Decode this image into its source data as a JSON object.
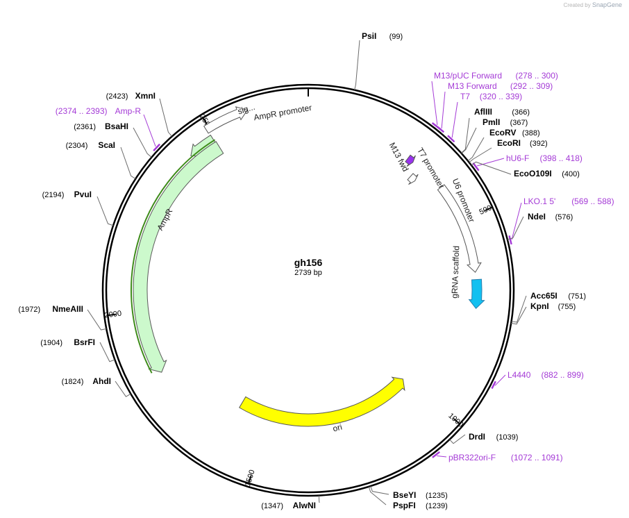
{
  "credit": {
    "prefix": "Created by",
    "brand": "SnapGene"
  },
  "plasmid": {
    "name": "gh156",
    "length_label": "2739 bp",
    "length": 2739
  },
  "ticks": [
    {
      "pos": 500,
      "label": "500"
    },
    {
      "pos": 1000,
      "label": "1000"
    },
    {
      "pos": 1500,
      "label": "1500"
    },
    {
      "pos": 2000,
      "label": "2000"
    },
    {
      "pos": 2500,
      "label": "2500"
    }
  ],
  "sites": [
    {
      "id": "psi-i",
      "name": "PsiI",
      "pos_label": "(99)",
      "pos": 99,
      "side": "right"
    },
    {
      "id": "afliii",
      "name": "AflIII",
      "pos_label": "(366)",
      "pos": 366,
      "side": "right"
    },
    {
      "id": "pmli",
      "name": "PmlI",
      "pos_label": "(367)",
      "pos": 367,
      "side": "right"
    },
    {
      "id": "ecorv",
      "name": "EcoRV",
      "pos_label": "(388)",
      "pos": 388,
      "side": "right"
    },
    {
      "id": "ecori",
      "name": "EcoRI",
      "pos_label": "(392)",
      "pos": 392,
      "side": "right"
    },
    {
      "id": "ecoo109i",
      "name": "EcoO109I",
      "pos_label": "(400)",
      "pos": 400,
      "side": "right"
    },
    {
      "id": "ndei",
      "name": "NdeI",
      "pos_label": "(576)",
      "pos": 576,
      "side": "right"
    },
    {
      "id": "acc65i",
      "name": "Acc65I",
      "pos_label": "(751)",
      "pos": 751,
      "side": "right"
    },
    {
      "id": "kpni",
      "name": "KpnI",
      "pos_label": "(755)",
      "pos": 755,
      "side": "right"
    },
    {
      "id": "drdi",
      "name": "DrdI",
      "pos_label": "(1039)",
      "pos": 1039,
      "side": "right"
    },
    {
      "id": "bseyi",
      "name": "BseYI",
      "pos_label": "(1235)",
      "pos": 1235,
      "side": "right"
    },
    {
      "id": "pspfi",
      "name": "PspFI",
      "pos_label": "(1239)",
      "pos": 1239,
      "side": "right"
    },
    {
      "id": "alwni",
      "name": "AlwNI",
      "pos_label": "(1347)",
      "pos": 1347,
      "side": "left"
    },
    {
      "id": "ahdi",
      "name": "AhdI",
      "pos_label": "(1824)",
      "pos": 1824,
      "side": "left"
    },
    {
      "id": "bsrfi",
      "name": "BsrFI",
      "pos_label": "(1904)",
      "pos": 1904,
      "side": "left"
    },
    {
      "id": "nmeaiii",
      "name": "NmeAIII",
      "pos_label": "(1972)",
      "pos": 1972,
      "side": "left"
    },
    {
      "id": "pvui",
      "name": "PvuI",
      "pos_label": "(2194)",
      "pos": 2194,
      "side": "left"
    },
    {
      "id": "scai",
      "name": "ScaI",
      "pos_label": "(2304)",
      "pos": 2304,
      "side": "left"
    },
    {
      "id": "bsahi",
      "name": "BsaHI",
      "pos_label": "(2361)",
      "pos": 2361,
      "side": "left"
    },
    {
      "id": "xmni",
      "name": "XmnI",
      "pos_label": "(2423)",
      "pos": 2423,
      "side": "left"
    }
  ],
  "primers": [
    {
      "id": "m13-puc-forward",
      "name": "M13/pUC Forward",
      "range_label": "(278 .. 300)",
      "start": 278,
      "end": 300,
      "side": "right"
    },
    {
      "id": "m13-forward",
      "name": "M13 Forward",
      "range_label": "(292 .. 309)",
      "start": 292,
      "end": 309,
      "side": "right"
    },
    {
      "id": "t7",
      "name": "T7",
      "range_label": "(320 .. 339)",
      "start": 320,
      "end": 339,
      "side": "right"
    },
    {
      "id": "hu6-f",
      "name": "hU6-F",
      "range_label": "(398 .. 418)",
      "start": 398,
      "end": 418,
      "side": "right"
    },
    {
      "id": "lko1-5",
      "name": "LKO.1 5'",
      "range_label": "(569 .. 588)",
      "start": 569,
      "end": 588,
      "side": "right"
    },
    {
      "id": "l4440",
      "name": "L4440",
      "range_label": "(882 .. 899)",
      "start": 882,
      "end": 899,
      "side": "right"
    },
    {
      "id": "pbr322ori-f",
      "name": "pBR322ori-F",
      "range_label": "(1072 .. 1091)",
      "start": 1072,
      "end": 1091,
      "side": "right"
    },
    {
      "id": "amp-r",
      "name": "Amp-R",
      "range_label": "(2374 .. 2393)",
      "start": 2374,
      "end": 2393,
      "side": "left"
    }
  ],
  "features": [
    {
      "id": "amppromoter",
      "name": "AmpR promoter",
      "start": 2492,
      "end": 2597,
      "strand": 1,
      "color": "#ffffff"
    },
    {
      "id": "sig",
      "name": "sig...",
      "start": 2426,
      "end": 2494,
      "strand": -1,
      "color": "#ccf9cc"
    },
    {
      "id": "ampr",
      "name": "AmpR",
      "start": 1832,
      "end": 2497,
      "strand": -1,
      "color": "#ccf9cc"
    },
    {
      "id": "ori",
      "name": "ori",
      "start": 1013,
      "end": 1601,
      "strand": -1,
      "color": "#ffff00"
    },
    {
      "id": "m13fwd",
      "name": "M13 fwd",
      "start": 282,
      "end": 299,
      "strand": 1,
      "color": "#9933ee"
    },
    {
      "id": "t7promoter",
      "name": "T7 promoter",
      "start": 319,
      "end": 337,
      "strand": 1,
      "color": "#ffffff"
    },
    {
      "id": "u6promoter",
      "name": "U6 promoter",
      "start": 397,
      "end": 638,
      "strand": 1,
      "color": "#ffffff"
    },
    {
      "id": "grnascaffold",
      "name": "gRNA scaffold",
      "start": 657,
      "end": 732,
      "strand": 1,
      "color": "#13c0f0"
    }
  ],
  "colors": {
    "backbone": "#000000",
    "primer": "#a43ad6",
    "ampr_outline": "#3e8c1a",
    "feature_outline": "#555555"
  }
}
